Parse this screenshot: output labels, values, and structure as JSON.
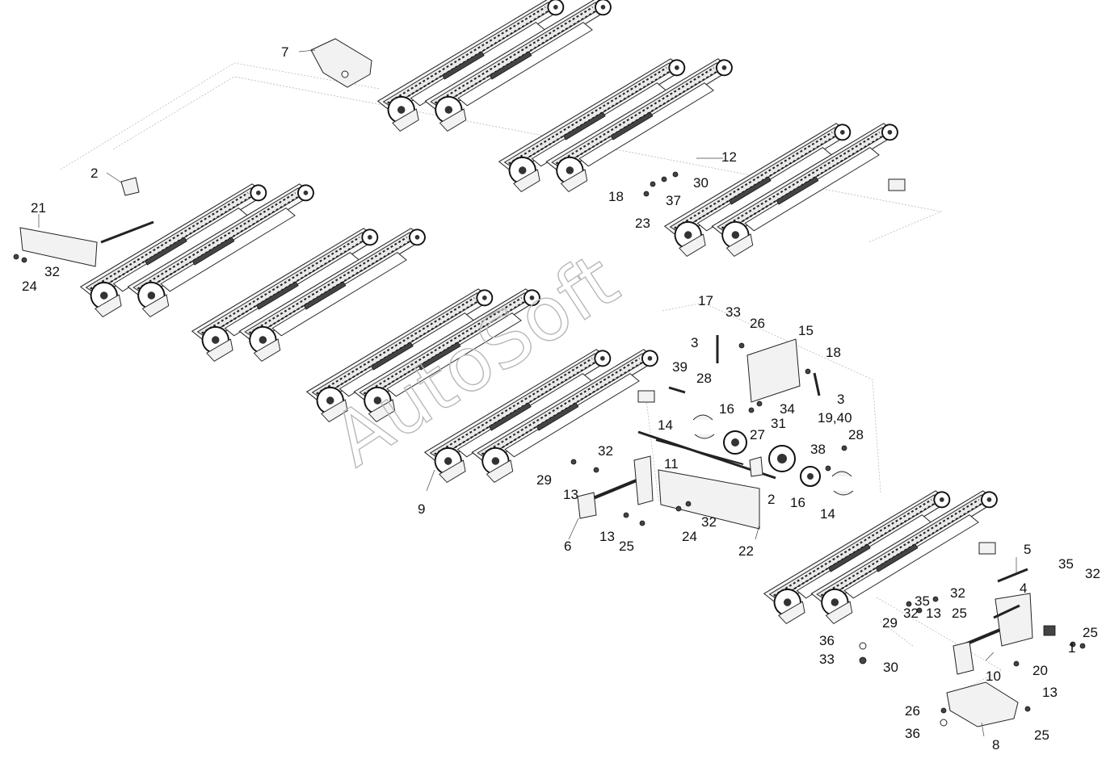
{
  "watermark": "AutoSoft",
  "callouts": [
    {
      "id": "c7",
      "text": "7"
    },
    {
      "id": "c2a",
      "text": "2"
    },
    {
      "id": "c21",
      "text": "21"
    },
    {
      "id": "c32a",
      "text": "32"
    },
    {
      "id": "c24a",
      "text": "24"
    },
    {
      "id": "c12",
      "text": "12"
    },
    {
      "id": "c30a",
      "text": "30"
    },
    {
      "id": "c18a",
      "text": "18"
    },
    {
      "id": "c37",
      "text": "37"
    },
    {
      "id": "c23",
      "text": "23"
    },
    {
      "id": "c17",
      "text": "17"
    },
    {
      "id": "c33a",
      "text": "33"
    },
    {
      "id": "c26a",
      "text": "26"
    },
    {
      "id": "c3a",
      "text": "3"
    },
    {
      "id": "c15",
      "text": "15"
    },
    {
      "id": "c18b",
      "text": "18"
    },
    {
      "id": "c39",
      "text": "39"
    },
    {
      "id": "c28a",
      "text": "28"
    },
    {
      "id": "c3b",
      "text": "3"
    },
    {
      "id": "c34",
      "text": "34"
    },
    {
      "id": "c16a",
      "text": "16"
    },
    {
      "id": "c31",
      "text": "31"
    },
    {
      "id": "c14a",
      "text": "14"
    },
    {
      "id": "c27",
      "text": "27"
    },
    {
      "id": "c1940",
      "text": "19,40"
    },
    {
      "id": "c38",
      "text": "38"
    },
    {
      "id": "c28b",
      "text": "28"
    },
    {
      "id": "c32b",
      "text": "32"
    },
    {
      "id": "c29a",
      "text": "29"
    },
    {
      "id": "c11",
      "text": "11"
    },
    {
      "id": "c2b",
      "text": "2"
    },
    {
      "id": "c16b",
      "text": "16"
    },
    {
      "id": "c14b",
      "text": "14"
    },
    {
      "id": "c9",
      "text": "9"
    },
    {
      "id": "c13a",
      "text": "13"
    },
    {
      "id": "c32c",
      "text": "32"
    },
    {
      "id": "c24b",
      "text": "24"
    },
    {
      "id": "c13b",
      "text": "13"
    },
    {
      "id": "c25a",
      "text": "25"
    },
    {
      "id": "c6",
      "text": "6"
    },
    {
      "id": "c22",
      "text": "22"
    },
    {
      "id": "c5",
      "text": "5"
    },
    {
      "id": "c4",
      "text": "4"
    },
    {
      "id": "c35a",
      "text": "35"
    },
    {
      "id": "c32d",
      "text": "32"
    },
    {
      "id": "c32e",
      "text": "32"
    },
    {
      "id": "c35b",
      "text": "35"
    },
    {
      "id": "c25b",
      "text": "25"
    },
    {
      "id": "c25c",
      "text": "25"
    },
    {
      "id": "c29b",
      "text": "29"
    },
    {
      "id": "c32f",
      "text": "32"
    },
    {
      "id": "c13c",
      "text": "13"
    },
    {
      "id": "c36a",
      "text": "36"
    },
    {
      "id": "c1",
      "text": "1"
    },
    {
      "id": "c33b",
      "text": "33"
    },
    {
      "id": "c30b",
      "text": "30"
    },
    {
      "id": "c10",
      "text": "10"
    },
    {
      "id": "c20",
      "text": "20"
    },
    {
      "id": "c13d",
      "text": "13"
    },
    {
      "id": "c26b",
      "text": "26"
    },
    {
      "id": "c36b",
      "text": "36"
    },
    {
      "id": "c8",
      "text": "8"
    },
    {
      "id": "c25d",
      "text": "25"
    }
  ]
}
